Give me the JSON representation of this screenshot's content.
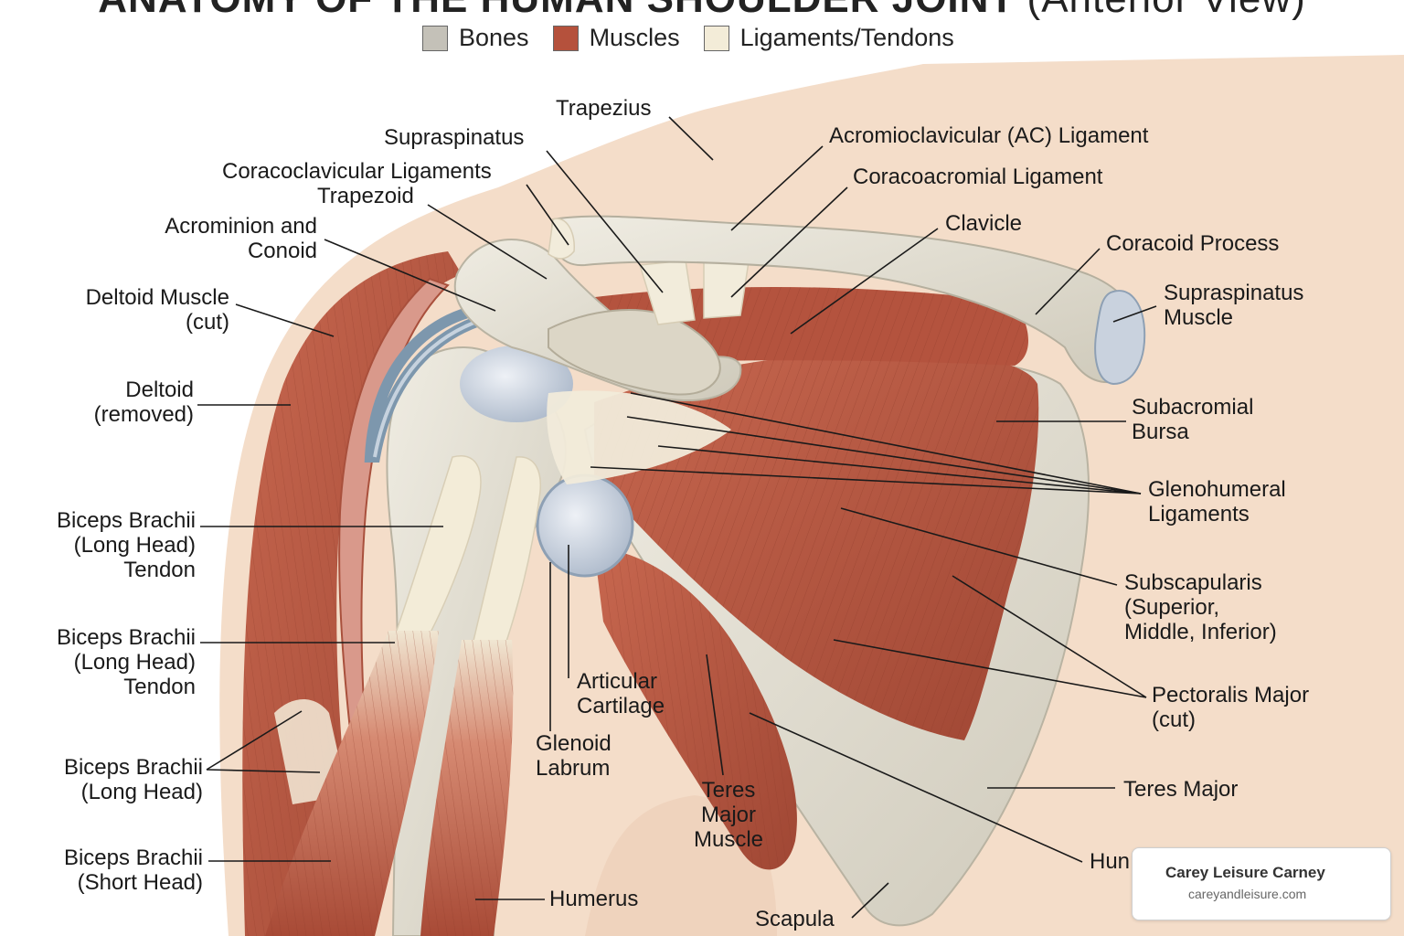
{
  "title": {
    "main": "ANATOMY OF THE HUMAN SHOULDER JOINT",
    "sub": "(Anterior View)"
  },
  "legend": [
    {
      "label": "Bones",
      "color": "#c4c1b8"
    },
    {
      "label": "Muscles",
      "color": "#b5513c"
    },
    {
      "label": "Ligaments/Tendons",
      "color": "#f3ecd8"
    }
  ],
  "colors": {
    "skin": "#f4ddc9",
    "bone": "#e4e0d3",
    "muscle": "#b85a45",
    "muscle_dark": "#8e3a2a",
    "ligament": "#f1ebda",
    "cartilage": "#c9d1de",
    "labrum": "#7d97ad"
  },
  "labels": {
    "trapezius": "Trapezius",
    "supraspinatus": "Supraspinatus",
    "ac_ligament": "Acromioclavicular (AC) Ligament",
    "coracoclavicular": "Coracoclavicular Ligaments",
    "trapezoid": "Trapezoid",
    "coracoacromial": "Coracoacromial Ligament",
    "acrominion_conoid": "Acrominion and\nConoid",
    "clavicle": "Clavicle",
    "coracoid_process": "Coracoid Process",
    "deltoid_cut": "Deltoid Muscle\n(cut)",
    "supraspinatus_muscle": "Supraspinatus\nMuscle",
    "deltoid_removed": "Deltoid\n(removed)",
    "subacromial_bursa": "Subacromial\nBursa",
    "glenohumeral": "Glenohumeral\nLigaments",
    "biceps_long_tendon_1": "Biceps Brachii\n(Long Head)\nTendon",
    "subscapularis": "Subscapularis\n(Superior,\nMiddle, Inferior)",
    "biceps_long_tendon_2": "Biceps Brachii\n(Long Head)\nTendon",
    "articular_cartilage": "Articular\nCartilage",
    "pectoralis_major": "Pectoralis Major\n(cut)",
    "glenoid_labrum": "Glenoid\nLabrum",
    "biceps_long_head": "Biceps Brachii\n(Long Head)",
    "teres_major_muscle": "Teres\nMajor\nMuscle",
    "teres_major": "Teres Major",
    "biceps_short_head": "Biceps Brachii\n(Short Head)",
    "humerus_right": "Hun",
    "humerus": "Humerus",
    "scapula": "Scapula"
  },
  "badge": {
    "name": "Carey Leisure Carney",
    "site": "careyandleisure.com"
  }
}
